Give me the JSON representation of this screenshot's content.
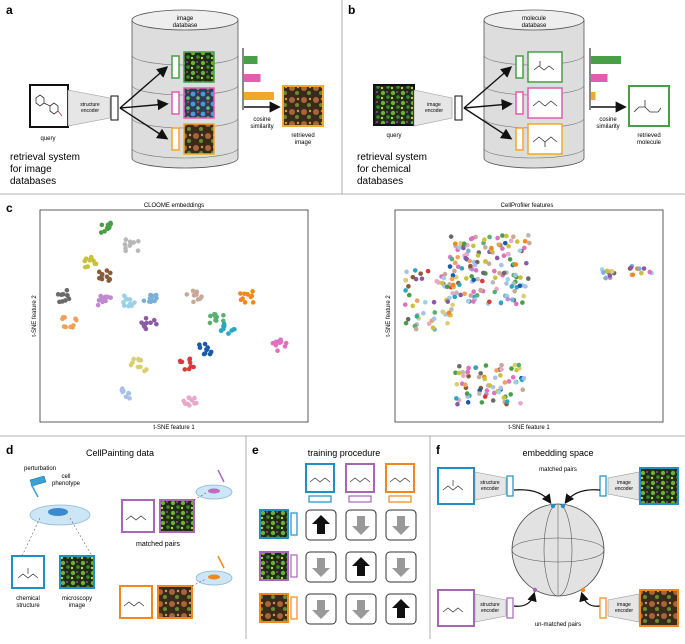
{
  "panels": {
    "a": {
      "letter": "a",
      "db_title": "image\ndatabase",
      "encoder": "structure\nencoder",
      "query": "query",
      "cosine": "cosine\nsimilarity",
      "retrieved": "retrieved\nimage",
      "caption": [
        "retrieval system",
        "for image",
        "databases"
      ],
      "bars": [
        0.45,
        0.55,
        1.0
      ],
      "bar_colors": [
        "#4a9e48",
        "#e05db0",
        "#f0a92a"
      ]
    },
    "b": {
      "letter": "b",
      "db_title": "molecule\ndatabase",
      "encoder": "image\nencoder",
      "query": "query",
      "cosine": "cosine\nsimilarity",
      "retrieved": "retrieved\nmolecule",
      "caption": [
        "retrieval system",
        "for chemical",
        "databases"
      ],
      "bars": [
        1.0,
        0.55,
        0.15
      ],
      "bar_colors": [
        "#4a9e48",
        "#e05db0",
        "#f0a92a"
      ]
    },
    "c": {
      "letter": "c",
      "left_title": "CLOOME embeddings",
      "right_title": "CellProfiler features",
      "xlabel": "t-SNE feature 1",
      "ylabel": "t-SNE feature 2"
    },
    "d": {
      "letter": "d",
      "title": "CellPainting data",
      "perturbation": "perturbation",
      "phenotype": "cell\nphenotype",
      "matched": "matched pairs",
      "chem": "chemical\nstructure",
      "micro": "microscopy\nimage"
    },
    "e": {
      "letter": "e",
      "title": "training procedure"
    },
    "f": {
      "letter": "f",
      "title": "embedding space",
      "matched": "matched pairs",
      "unmatched": "un-matched pairs",
      "struct_enc": "structure\nencoder",
      "img_enc": "image\nencoder"
    }
  },
  "colors": {
    "blue": "#1f8fc4",
    "purple": "#a668b4",
    "orange": "#f0881e",
    "green": "#4a9e48",
    "pink": "#e05db0",
    "yellow": "#f0a92a"
  }
}
